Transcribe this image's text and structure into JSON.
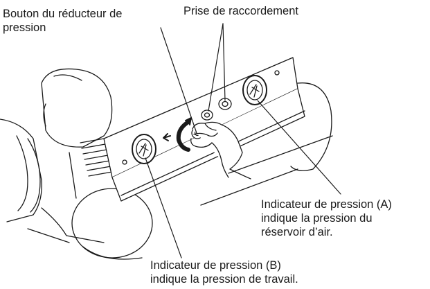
{
  "labels": {
    "knob": {
      "line1": "Bouton du réducteur de",
      "line2": "pression"
    },
    "socket": {
      "line1": "Prise de raccordement"
    },
    "gauge_a": {
      "line1": "Indicateur de pression (A)",
      "line2": "indique la pression du",
      "line3": "réservoir d’air."
    },
    "gauge_b": {
      "line1": "Indicateur de pression (B)",
      "line2": "indique la pression de travail."
    }
  },
  "colors": {
    "ink": "#1a1a1a",
    "fill": "#ffffff"
  }
}
